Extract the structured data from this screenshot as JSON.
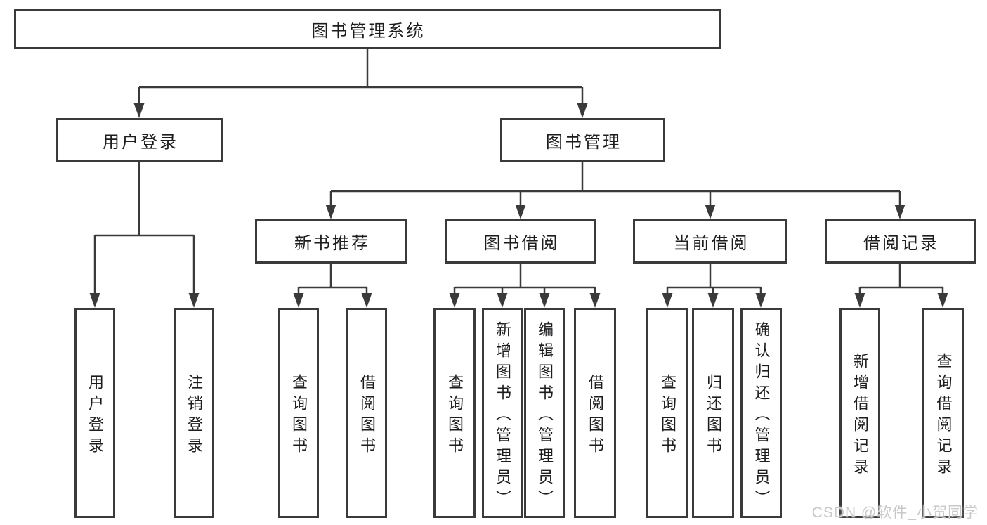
{
  "diagram_title": "图书管理系统",
  "colors": {
    "line": "#3a3a3a",
    "box_border": "#3a3a3a",
    "box_background": "#ffffff",
    "text": "#1d1d1f",
    "watermark": "#c9c9c9",
    "background": "#ffffff"
  },
  "nodes": {
    "root": {
      "label": "图书管理系统"
    },
    "level2": [
      {
        "label": "用户登录",
        "parent": "图书管理系统"
      },
      {
        "label": "图书管理",
        "parent": "图书管理系统"
      }
    ],
    "level3": [
      {
        "label": "新书推荐",
        "parent": "图书管理"
      },
      {
        "label": "图书借阅",
        "parent": "图书管理"
      },
      {
        "label": "当前借阅",
        "parent": "图书管理"
      },
      {
        "label": "借阅记录",
        "parent": "图书管理"
      }
    ],
    "leaves": [
      {
        "label": "用户登录",
        "parent": "用户登录"
      },
      {
        "label": "注销登录",
        "parent": "用户登录"
      },
      {
        "label": "查询图书",
        "parent": "新书推荐"
      },
      {
        "label": "借阅图书",
        "parent": "新书推荐"
      },
      {
        "label": "查询图书",
        "parent": "图书借阅"
      },
      {
        "label": "新增图书（管理员）",
        "parent": "图书借阅"
      },
      {
        "label": "编辑图书（管理员）",
        "parent": "图书借阅"
      },
      {
        "label": "借阅图书",
        "parent": "图书借阅"
      },
      {
        "label": "查询图书",
        "parent": "当前借阅"
      },
      {
        "label": "归还图书",
        "parent": "当前借阅"
      },
      {
        "label": "确认归还（管理员）",
        "parent": "当前借阅"
      },
      {
        "label": "新增借阅记录",
        "parent": "借阅记录"
      },
      {
        "label": "查询借阅记录",
        "parent": "借阅记录"
      }
    ]
  },
  "watermark": {
    "text": "CSDN @软件_小贺同学"
  }
}
